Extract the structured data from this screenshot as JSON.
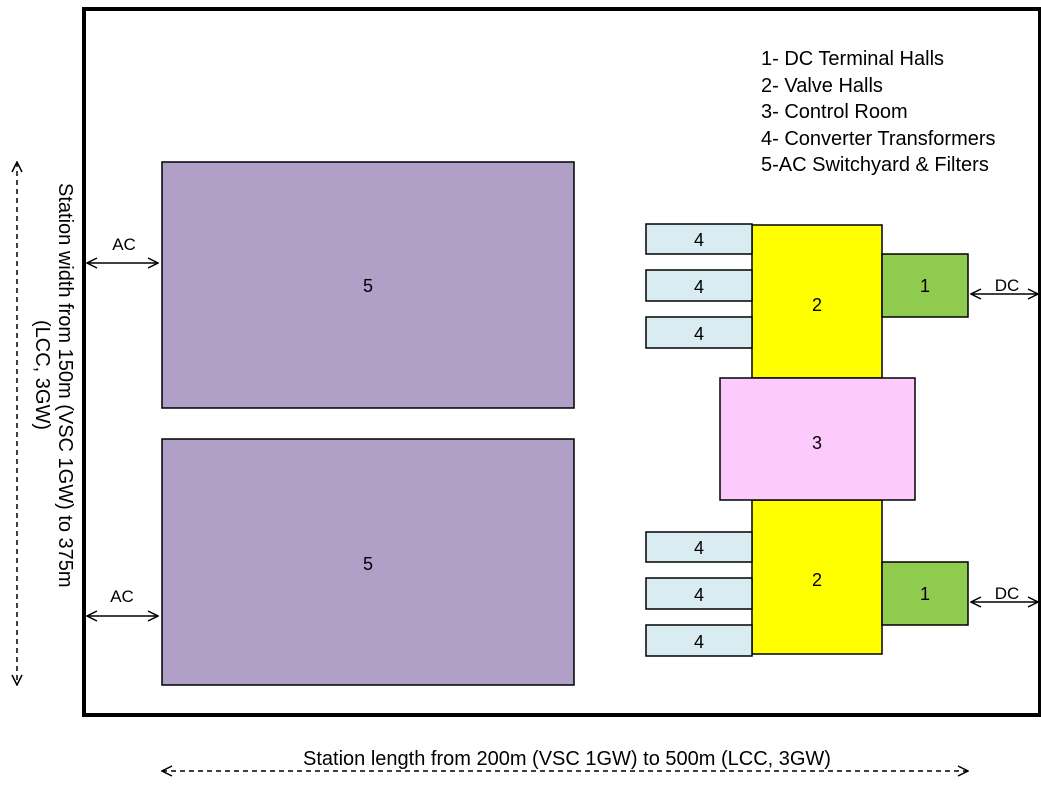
{
  "legend": [
    "1- DC Terminal Halls",
    "2- Valve Halls",
    "3- Control Room",
    "4- Converter Transformers",
    "5-AC Switchyard & Filters"
  ],
  "labels": {
    "ac": "AC",
    "dc": "DC",
    "ac_switchyard": "5",
    "valve_hall": "2",
    "control_room": "3",
    "converter_transformer": "4",
    "dc_terminal_hall": "1"
  },
  "dimensions": {
    "width_line1": "Station width from 150m (VSC 1GW) to 375m",
    "width_line2": "(LCC, 3GW)",
    "length": "Station length from 200m (VSC 1GW) to 500m (LCC, 3GW)"
  },
  "colors": {
    "ac_switchyard": "#b09fc6",
    "valve_hall": "#ffff00",
    "control_room": "#fccafc",
    "converter_transformer": "#d9ecf2",
    "dc_terminal_hall": "#8ecb4f"
  }
}
